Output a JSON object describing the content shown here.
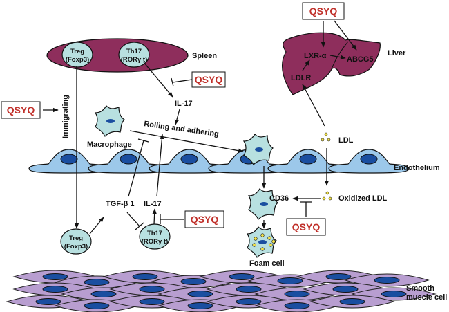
{
  "colors": {
    "organ": "#8e2e5c",
    "immune_cell": "#b8e0e0",
    "endothelial_cell": "#9cc8ea",
    "nucleus": "#1a4ea0",
    "smooth_muscle": "#b89ed0",
    "ldl_particle": "#f2e24a",
    "qsyq_text": "#c0302a"
  },
  "labels": {
    "spleen": "Spleen",
    "liver": "Liver",
    "lxr": "LXR-α",
    "abcg5": "ABCG5",
    "ldlr": "LDLR",
    "ldl": "LDL",
    "oxidized_ldl": "Oxidized LDL",
    "endothelium": "Endothelium",
    "il17_top": "IL-17",
    "il17_bottom": "IL-17",
    "tgfb1": "TGF-β 1",
    "macrophage": "Macrophage",
    "rolling": "Rolling and adhering",
    "immigrating": "Immigrating",
    "cd36": "CD36",
    "foam_cell": "Foam cell",
    "smooth_muscle_1": "Smooth",
    "smooth_muscle_2": "muscle cell"
  },
  "cells": {
    "treg_spleen": {
      "line1": "Treg",
      "line2": "(Foxp3)"
    },
    "th17_spleen": {
      "line1": "Th17",
      "line2": "(RORγ t)"
    },
    "treg_tissue": {
      "line1": "Treg",
      "line2": "(Foxp3)"
    },
    "th17_tissue": {
      "line1": "Th17",
      "line2": "(RORγ t)"
    }
  },
  "qsyq_boxes": [
    {
      "id": "liver",
      "label": "QSYQ"
    },
    {
      "id": "spleen",
      "label": "QSYQ"
    },
    {
      "id": "immigrating",
      "label": "QSYQ"
    },
    {
      "id": "th17",
      "label": "QSYQ"
    },
    {
      "id": "cd36",
      "label": "QSYQ"
    }
  ]
}
